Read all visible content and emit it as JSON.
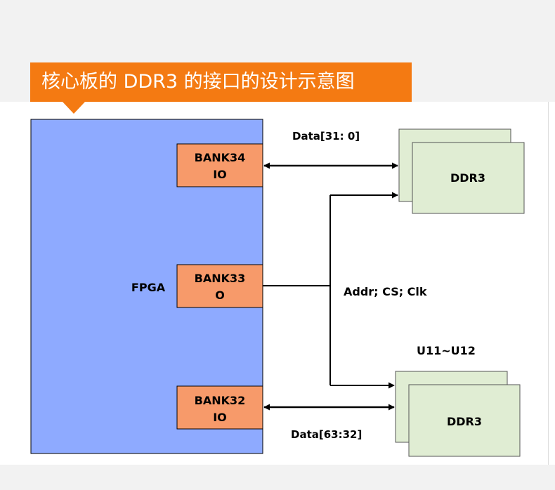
{
  "title": "核心板的 DDR3 的接口的设计示意图",
  "diagram": {
    "fpga_label": "FPGA",
    "banks": [
      {
        "line1": "BANK34",
        "line2": "IO"
      },
      {
        "line1": "BANK33",
        "line2": "O"
      },
      {
        "line1": "BANK32",
        "line2": "IO"
      }
    ],
    "ddr_labels": [
      "DDR3",
      "DDR3"
    ],
    "signals": {
      "data_top": "Data[31: 0]",
      "addr": "Addr; CS; Clk",
      "data_bottom": "Data[63:32]"
    },
    "chip_ref": "U11~U12"
  },
  "colors": {
    "banner": "#f47a12",
    "fpga_fill": "#8eaaff",
    "bank_fill": "#f79a6a",
    "ddr_fill": "#e0edd3",
    "stroke": "#000000"
  }
}
